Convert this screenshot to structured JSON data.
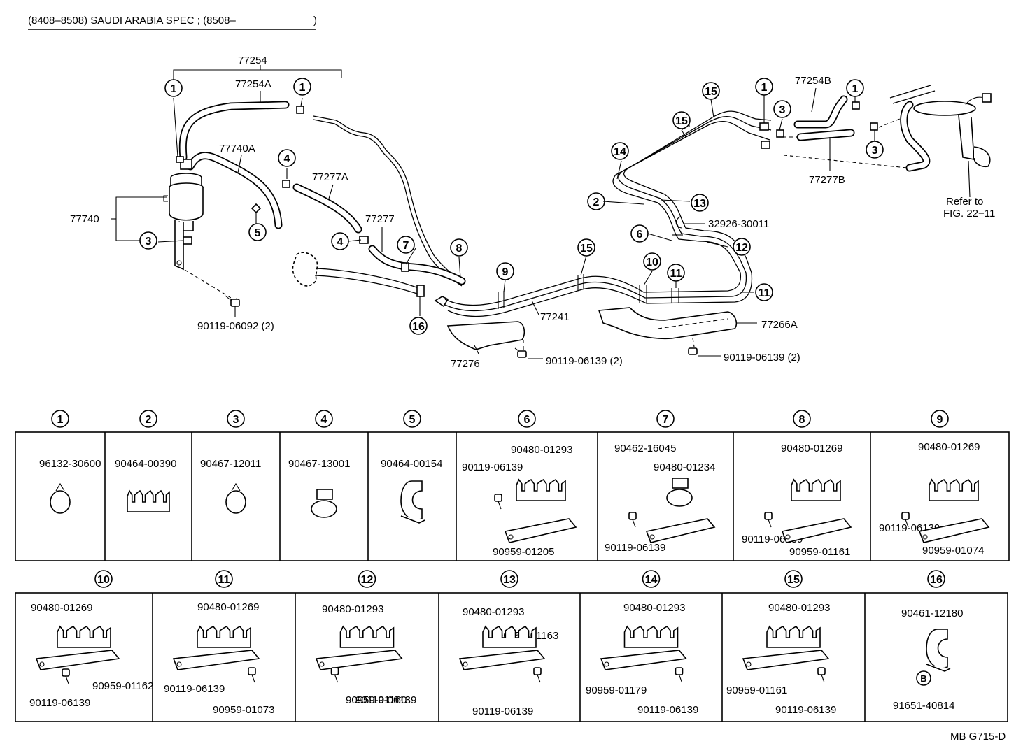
{
  "header": {
    "title": "(8408–8508) SAUDI ARABIA SPEC ; (8508–",
    "close": ")"
  },
  "footer": {
    "code": "MB G715-D"
  },
  "callouts": [
    "1",
    "2",
    "3",
    "4",
    "5",
    "6",
    "7",
    "8",
    "9",
    "10",
    "11",
    "12",
    "13",
    "14",
    "15",
    "16"
  ],
  "letter_marker": "B",
  "labels": {
    "p77254": "77254",
    "p77254A": "77254A",
    "p77740A": "77740A",
    "p77740": "77740",
    "p77277A": "77277A",
    "p77277": "77277",
    "p90119_06092": "90119-06092 (2)",
    "p77241": "77241",
    "p77276": "77276",
    "p90119_06139a": "90119-06139 (2)",
    "p90119_06139b": "90119-06139 (2)",
    "p77266A": "77266A",
    "p32926": "32926-30011",
    "p77254B": "77254B",
    "p77277B": "77277B",
    "refer1": "Refer to",
    "refer2": "FIG. 22−11"
  },
  "clip_table": {
    "row1": [
      {
        "num": "1",
        "parts": [
          "96132-30600"
        ]
      },
      {
        "num": "2",
        "parts": [
          "90464-00390"
        ]
      },
      {
        "num": "3",
        "parts": [
          "90467-12011"
        ]
      },
      {
        "num": "4",
        "parts": [
          "90467-13001"
        ]
      },
      {
        "num": "5",
        "parts": [
          "90464-00154"
        ]
      },
      {
        "num": "6",
        "parts": [
          "90480-01293",
          "90119-06139",
          "90959-01205"
        ]
      },
      {
        "num": "7",
        "parts": [
          "90462-16045",
          "90480-01234",
          "90119-06139"
        ]
      },
      {
        "num": "8",
        "parts": [
          "90480-01269",
          "90119-06139",
          "90959-01161"
        ]
      },
      {
        "num": "9",
        "parts": [
          "90480-01269",
          "90119-06139",
          "90959-01074"
        ]
      }
    ],
    "row2": [
      {
        "num": "10",
        "parts": [
          "90480-01269",
          "90959-01162",
          "90119-06139"
        ]
      },
      {
        "num": "11",
        "parts": [
          "90480-01269",
          "90119-06139",
          "90959-01073"
        ]
      },
      {
        "num": "12",
        "parts": [
          "90480-01293",
          "90959-01160",
          "90119-06139"
        ]
      },
      {
        "num": "13",
        "parts": [
          "90480-01293",
          "90959-01163",
          "90119-06139"
        ]
      },
      {
        "num": "14",
        "parts": [
          "90480-01293",
          "90959-01179",
          "90119-06139"
        ]
      },
      {
        "num": "15",
        "parts": [
          "90480-01293",
          "90959-01161",
          "90119-06139"
        ]
      },
      {
        "num": "16",
        "parts": [
          "90461-12180",
          "91651-40814"
        ]
      }
    ]
  }
}
